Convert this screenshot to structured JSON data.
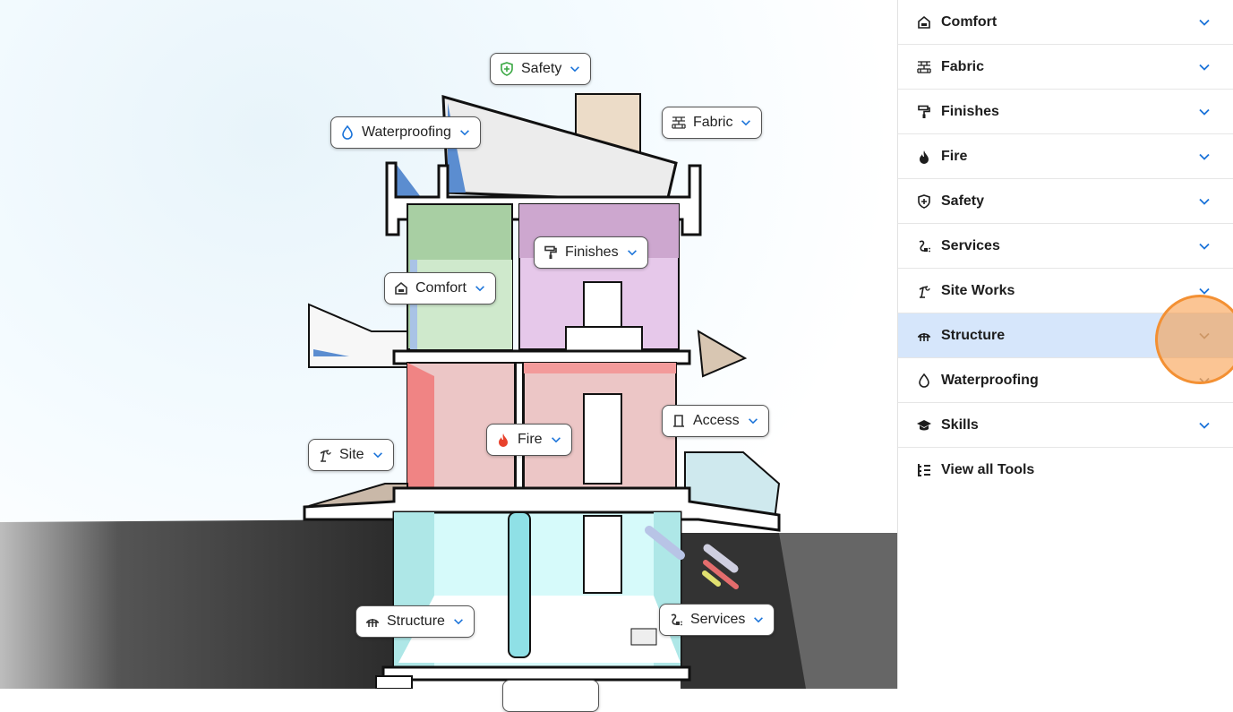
{
  "scene": {
    "tags": [
      {
        "id": "safety",
        "label": "Safety",
        "icon": "shield-plus-icon"
      },
      {
        "id": "waterproofing",
        "label": "Waterproofing",
        "icon": "droplet-icon"
      },
      {
        "id": "fabric",
        "label": "Fabric",
        "icon": "brick-wall-icon"
      },
      {
        "id": "finishes",
        "label": "Finishes",
        "icon": "paint-roller-icon"
      },
      {
        "id": "comfort",
        "label": "Comfort",
        "icon": "home-icon"
      },
      {
        "id": "access",
        "label": "Access",
        "icon": "door-icon"
      },
      {
        "id": "fire",
        "label": "Fire",
        "icon": "flame-icon"
      },
      {
        "id": "site",
        "label": "Site",
        "icon": "crane-icon"
      },
      {
        "id": "structure",
        "label": "Structure",
        "icon": "bridge-icon"
      },
      {
        "id": "services",
        "label": "Services",
        "icon": "plug-icon"
      }
    ]
  },
  "panel": {
    "items": [
      {
        "label": "Comfort",
        "icon": "home-icon"
      },
      {
        "label": "Fabric",
        "icon": "brick-wall-icon"
      },
      {
        "label": "Finishes",
        "icon": "paint-roller-icon"
      },
      {
        "label": "Fire",
        "icon": "flame-icon"
      },
      {
        "label": "Safety",
        "icon": "shield-plus-icon"
      },
      {
        "label": "Services",
        "icon": "plug-icon"
      },
      {
        "label": "Site Works",
        "icon": "crane-icon"
      },
      {
        "label": "Structure",
        "icon": "bridge-icon"
      },
      {
        "label": "Waterproofing",
        "icon": "droplet-icon"
      },
      {
        "label": "Skills",
        "icon": "graduation-cap-icon"
      }
    ],
    "view_all": "View all Tools"
  },
  "colors": {
    "accent": "#1a73d9",
    "active_bg": "#d6e6fb",
    "cursor": "#f39033"
  }
}
